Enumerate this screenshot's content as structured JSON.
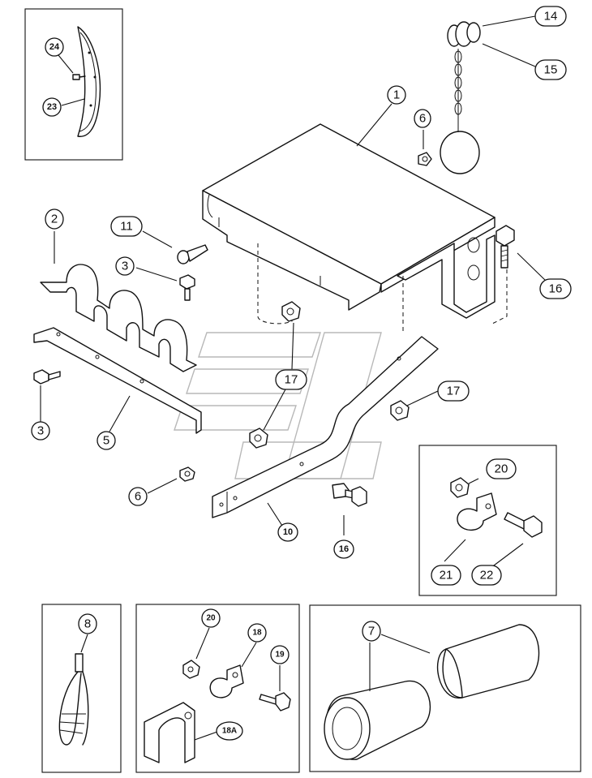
{
  "callouts": {
    "c1": "1",
    "c2": "2",
    "c3a": "3",
    "c3b": "3",
    "c5": "5",
    "c6a": "6",
    "c6b": "6",
    "c7": "7",
    "c8": "8",
    "c10": "10",
    "c11": "11",
    "c14": "14",
    "c15": "15",
    "c16a": "16",
    "c16b": "16",
    "c17a": "17",
    "c17b": "17",
    "c18": "18",
    "c18a": "18A",
    "c19": "19",
    "c20a": "20",
    "c20b": "20",
    "c21": "21",
    "c22": "22",
    "c23": "23",
    "c24": "24"
  },
  "colors": {
    "line": "#111111",
    "watermark": "#b8b8b8",
    "background": "#ffffff"
  }
}
